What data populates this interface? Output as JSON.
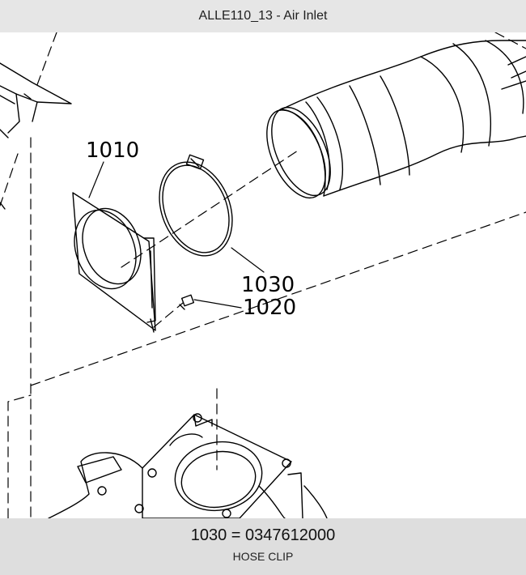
{
  "header": {
    "title": "ALLE110_13 - Air Inlet"
  },
  "diagram": {
    "callouts": [
      {
        "id": "1010",
        "label": "1010"
      },
      {
        "id": "1030",
        "label": "1030"
      },
      {
        "id": "1020",
        "label": "1020"
      }
    ]
  },
  "footer": {
    "part_line": "1030  =  0347612000",
    "description": "HOSE CLIP"
  }
}
